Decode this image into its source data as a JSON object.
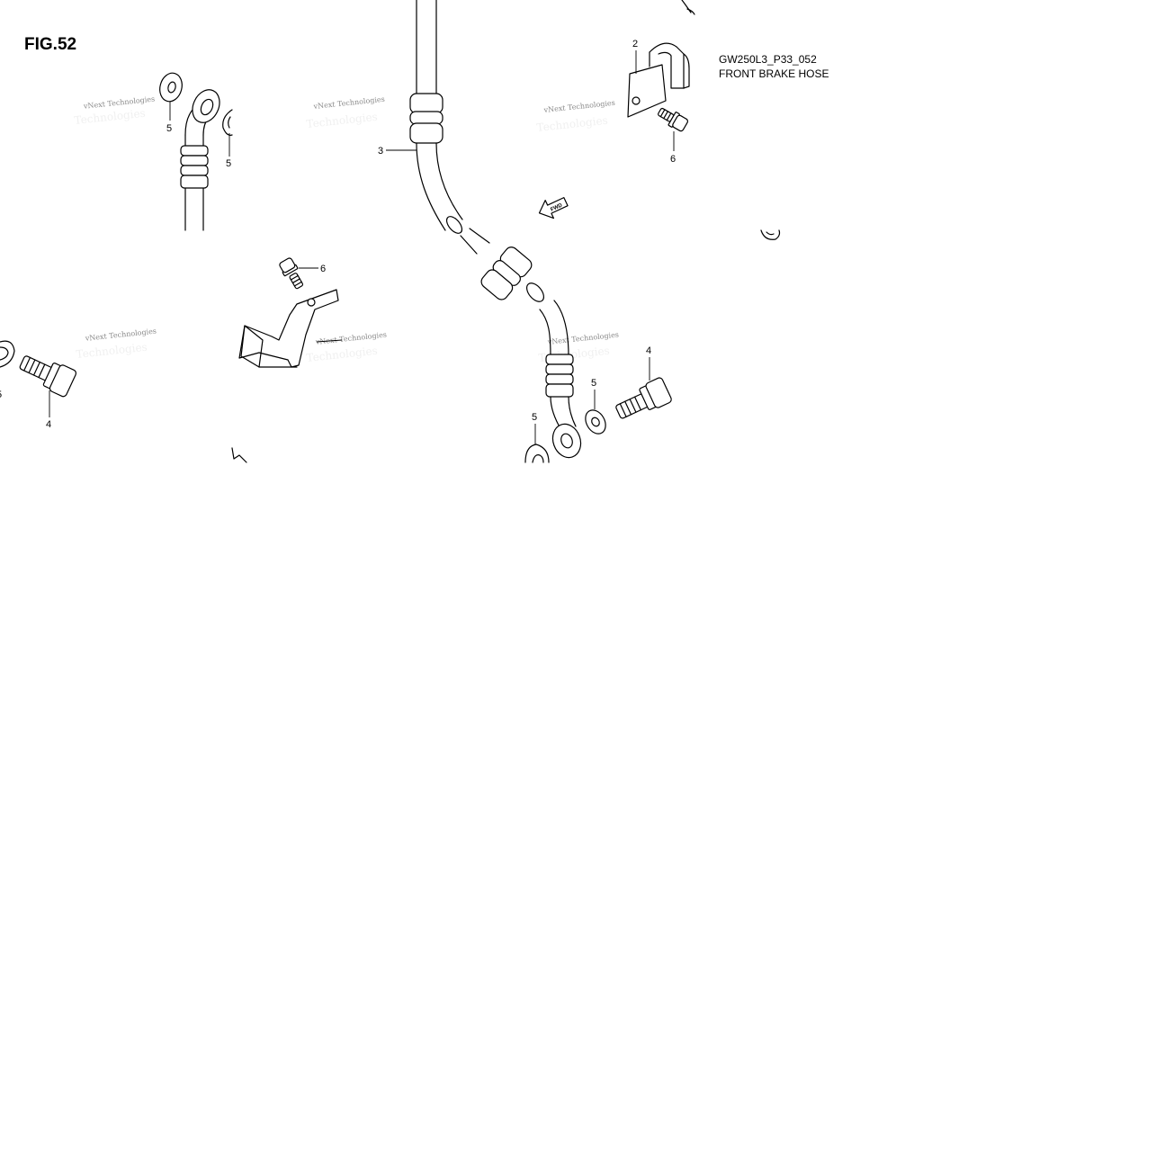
{
  "figure": {
    "title": "FIG.52",
    "code": "GW250L3_P33_052",
    "name": "FRONT BRAKE HOSE"
  },
  "watermark": {
    "line1": "vNext Technologies",
    "line2": "Technologies"
  },
  "callouts": [
    {
      "id": "c2",
      "label": "2"
    },
    {
      "id": "c3",
      "label": "3"
    },
    {
      "id": "c4a",
      "label": "4"
    },
    {
      "id": "c4b",
      "label": "4"
    },
    {
      "id": "c5a",
      "label": "5"
    },
    {
      "id": "c5b",
      "label": "5"
    },
    {
      "id": "c5c",
      "label": "5"
    },
    {
      "id": "c5d",
      "label": "5"
    },
    {
      "id": "c5e",
      "label": "5"
    },
    {
      "id": "c6a",
      "label": "6"
    },
    {
      "id": "c6b",
      "label": "6"
    }
  ],
  "fwd_label": "FWD"
}
